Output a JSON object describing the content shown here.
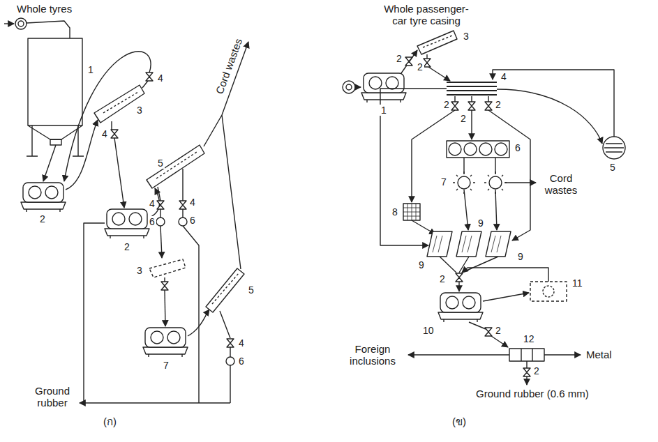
{
  "diagram": {
    "labels": [
      "Whole tyres",
      "1",
      "4",
      "3",
      "4",
      "2",
      "Cord wastes",
      "2",
      "5",
      "4",
      "6",
      "4",
      "6",
      "3",
      "7",
      "5",
      "4",
      "6",
      "Ground rubber",
      "(ก)",
      "Whole passenger-car tyre casing",
      "1",
      "2",
      "3",
      "2",
      "4",
      "2",
      "2",
      "2",
      "5",
      "6",
      "8",
      "7",
      "Cord wastes",
      "9",
      "9",
      "9",
      "2",
      "11",
      "10",
      "2",
      "12",
      "Foreign inclusions",
      "Metal",
      "2",
      "Ground rubber (0.6 mm)",
      "(ข)"
    ]
  }
}
